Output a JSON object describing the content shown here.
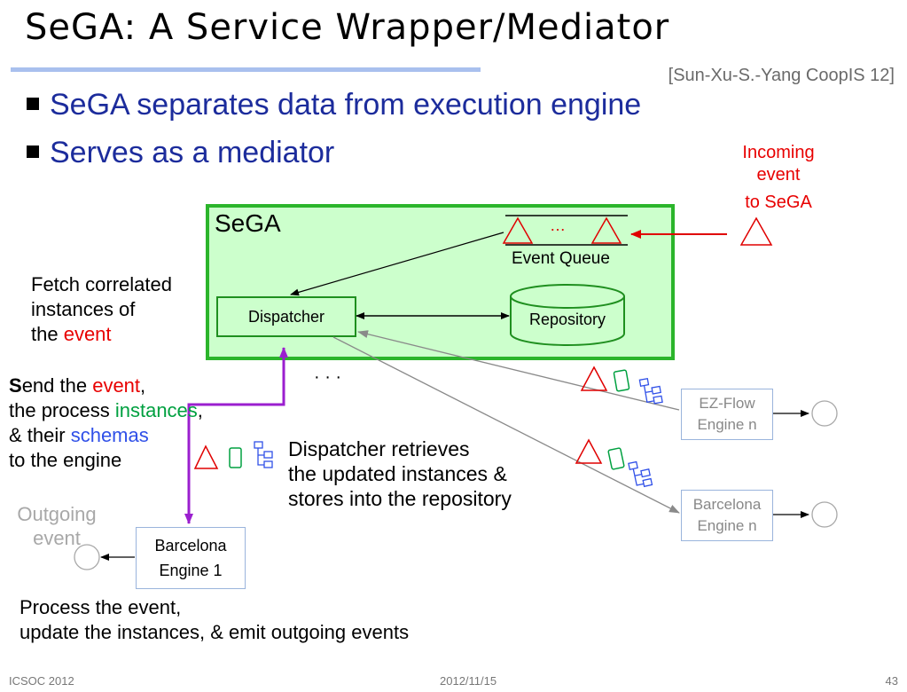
{
  "title": "SeGA: A Service Wrapper/Mediator",
  "citation": "[Sun-Xu-S.-Yang CoopIS 12]",
  "bullets": [
    "SeGA separates data from execution engine",
    "Serves as a mediator"
  ],
  "incoming": {
    "line1": "Incoming",
    "line2": "event",
    "line3": "to SeGA"
  },
  "sega": {
    "label": "SeGA",
    "queue_dots": "…",
    "queue_label": "Event Queue",
    "dispatcher": "Dispatcher",
    "repository": "Repository",
    "ellipsis": "· · ·"
  },
  "fetch": {
    "line1": "Fetch correlated",
    "line2": "instances of",
    "line3_prefix": "the ",
    "line3_event": "event"
  },
  "send": {
    "l1_bold": "S",
    "l1_rest": "end the ",
    "l1_event": "event",
    "l1_comma": ",",
    "l2_prefix": "the process ",
    "l2_instances": "instances",
    "l2_comma": ",",
    "l3_prefix": "& their ",
    "l3_schemas": "schemas",
    "l4": "to the engine"
  },
  "retrieve": {
    "line1": "Dispatcher retrieves",
    "line2": "the updated instances &",
    "line3": "stores into the repository"
  },
  "outgoing": {
    "line1": "Outgoing",
    "line2": "event"
  },
  "engines": {
    "ezflow": {
      "line1": "EZ-Flow",
      "line2": "Engine n"
    },
    "barcelona_n": {
      "line1": "Barcelona",
      "line2": "Engine n"
    },
    "barcelona_1": {
      "line1": "Barcelona",
      "line2": "Engine 1"
    }
  },
  "process": {
    "line1": "Process the event,",
    "line2": "update the instances, & emit outgoing events"
  },
  "footer": {
    "left": "ICSOC 2012",
    "center": "2012/11/15",
    "right": "43"
  },
  "colors": {
    "bullet": "#1c2c9c",
    "sega_fill": "#ccffcc",
    "sega_border": "#2bb52b",
    "event_red": "#e80000",
    "instances_green": "#00a040",
    "schemas_blue": "#3050e8",
    "send_arrow": "#9b1fcf"
  },
  "icons": [
    "triangle-event-icon",
    "document-instance-icon",
    "schema-tree-icon",
    "engine-circle-icon"
  ]
}
